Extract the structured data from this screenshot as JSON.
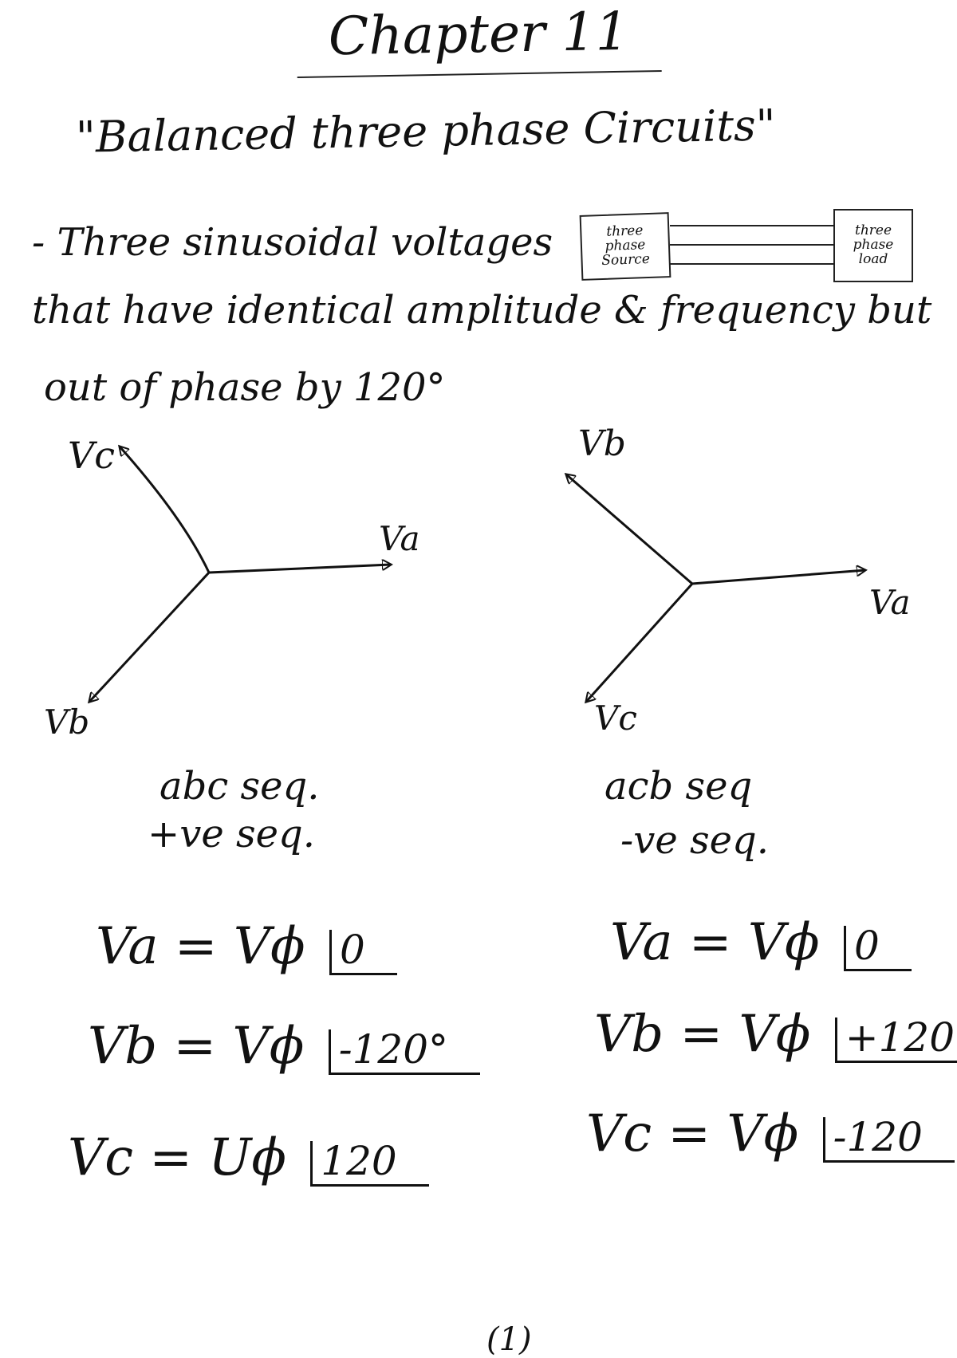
{
  "title": "Chapter 11",
  "subtitle": "\"Balanced three phase Circuits\"",
  "text_lines": [
    "- Three sinusoidal voltages",
    "that have identical amplitude & frequency but",
    "out of phase by 120°"
  ],
  "source_box": [
    "three",
    "phase",
    "Source"
  ],
  "load_box": [
    "three",
    "phase",
    "load"
  ],
  "diagram_labels": {
    "left": {
      "va": "Va",
      "vb": "Vb",
      "vc": "Vc"
    },
    "right": {
      "va": "Va",
      "vb": "Vb",
      "vc": "Vc"
    }
  },
  "abc": {
    "seq_line1": "abc seq.",
    "seq_line2": "+ve seq.",
    "equations": [
      {
        "lhs": "Va = Vϕ",
        "angle": "0"
      },
      {
        "lhs": "Vb = Vϕ",
        "angle": "-120°"
      },
      {
        "lhs": "Vc = Uϕ",
        "angle": "120"
      }
    ]
  },
  "acb": {
    "seq_line1": "acb seq",
    "seq_line2": "-ve seq.",
    "equations": [
      {
        "lhs": "Va = Vϕ",
        "angle": "0"
      },
      {
        "lhs": "Vb = Vϕ",
        "angle": "+120"
      },
      {
        "lhs": "Vc = Vϕ",
        "angle": "-120"
      }
    ]
  },
  "page_number": "(1)"
}
